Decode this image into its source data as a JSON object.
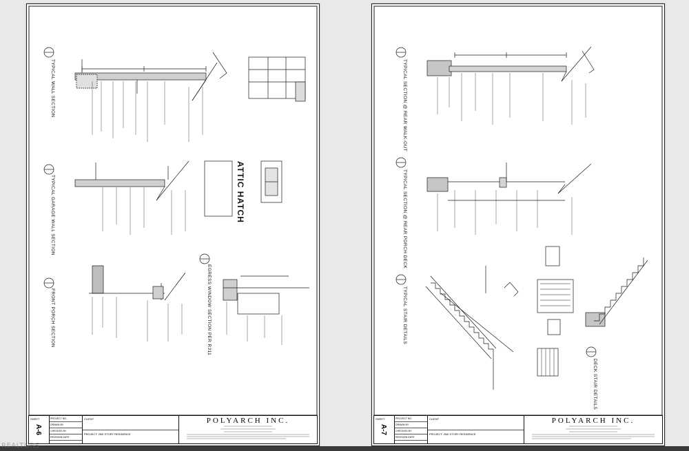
{
  "colors": {
    "line": "#1a1a1a",
    "paper": "#ffffff",
    "background": "#e9e9e9"
  },
  "sheets": [
    {
      "id": "left",
      "section_titles": [
        "TYPICAL WALL SECTION",
        "TYPICAL GARAGE WALL SECTION",
        "FRONT PORCH SECTION",
        "EGRESS WINDOW SECTION PER R311"
      ],
      "attic_hatch_title": "ATTIC HATCH",
      "sheet_label": "SHEET",
      "sheet_number": "A-6"
    },
    {
      "id": "right",
      "section_titles": [
        "TYPICAL SECTION @ REAR WALK-OUT",
        "TYPICAL SECTION @ REAR PORCH DECK",
        "TYPICAL STAIR DETAILS",
        "DECK STAIR DETAILS"
      ],
      "attic_hatch_title": "",
      "sheet_label": "SHEET",
      "sheet_number": "A-7"
    }
  ],
  "title_block": {
    "info_rows": [
      {
        "label": "PROJECT NO.",
        "value": ""
      },
      {
        "label": "DRAWN BY",
        "value": ""
      },
      {
        "label": "CHECKED BY",
        "value": ""
      },
      {
        "label": "REVISION DATE",
        "value": ""
      }
    ],
    "client_label": "CLIENT",
    "project_label": "PROJECT: 2ND STORY RESIDENCE",
    "firm_name": "POLYARCH INC."
  },
  "watermark": "REALTORS"
}
